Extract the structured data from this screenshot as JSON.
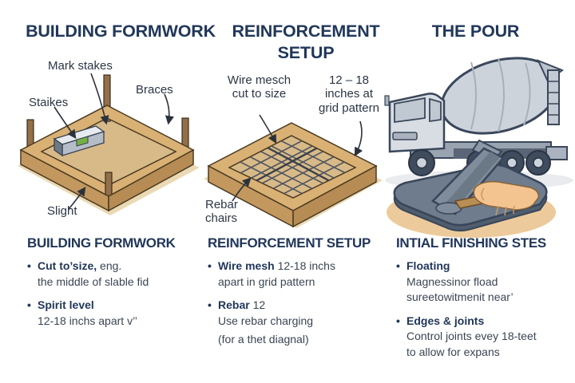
{
  "glyphs": {
    "bullet": "•"
  },
  "colors": {
    "heading_navy": "#21375a",
    "body_text": "#3a4553",
    "wood_top": "#d9b174",
    "wood_side": "#b68c54",
    "sand": "#ead9b4",
    "truck_gray": "#ccd3db",
    "slab_gray": "#6e7c8d",
    "skin": "#f3c48f",
    "level_green": "#74b043",
    "outline": "#3a475b"
  },
  "titles": {
    "panel1": "BUILDING FORMWORK",
    "panel2": "REINFORCEMENT\nSETUP",
    "panel3": "THE POUR"
  },
  "diagram_labels": {
    "mark_stakes": "Mark stakes",
    "braces": "Braces",
    "stakes": "Staikes",
    "slight": "Slight",
    "wire_mesh": "Wire mesch\ncut to size",
    "grid_spacing": "12 – 18\ninches at\ngrid pattern",
    "rebar_chairs": "Rebar\nchairs"
  },
  "columns": [
    {
      "heading": "BUILDING FORMWORK",
      "bullets": [
        {
          "bold": "Cut to’size,",
          "rest": " eng.",
          "line2": "the middle of slable fid",
          "line3": ""
        },
        {
          "bold": "Spirit level",
          "rest": "",
          "line2": "12-18 inchs apart v’’",
          "line3": ""
        }
      ]
    },
    {
      "heading": "REINFORCEMENT SETUP",
      "bullets": [
        {
          "bold": "Wire mesh",
          "rest": " 12-18 inchs",
          "line2": "apart in grid pattern",
          "line3": ""
        },
        {
          "bold": "Rebar",
          "rest": " 12",
          "line2": "Use rebar charging",
          "line3": "(for a thet diagnal)"
        }
      ]
    },
    {
      "heading": "INTIAL FINISHING STES",
      "bullets": [
        {
          "bold": "Floating",
          "rest": "",
          "line2": "Magnessinor fload",
          "line3": "sureetowitmenit near’"
        },
        {
          "bold": "Edges & joints",
          "rest": "",
          "line2": "Control joints evey 18-teet",
          "line3": "to allow for expans"
        }
      ]
    }
  ]
}
